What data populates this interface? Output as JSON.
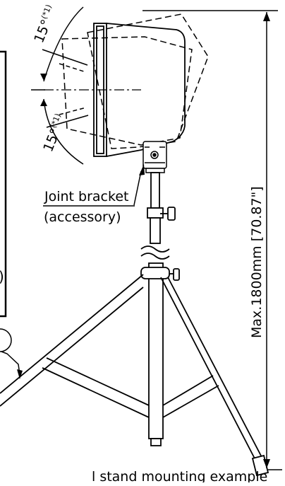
{
  "angle_label_top": "15°",
  "angle_label_top_sup": "(*1)",
  "angle_label_bottom": "15°",
  "angle_label_bottom_sup": "(*1)",
  "bracket_label_line1": "Joint bracket",
  "bracket_label_line2": "(accessory)",
  "height_label": "Max.1800mm  [70.87\"]",
  "left_edge_fragment": ")",
  "caption": "l stand mounting example",
  "colors": {
    "ink": "#000000",
    "background": "#ffffff"
  }
}
